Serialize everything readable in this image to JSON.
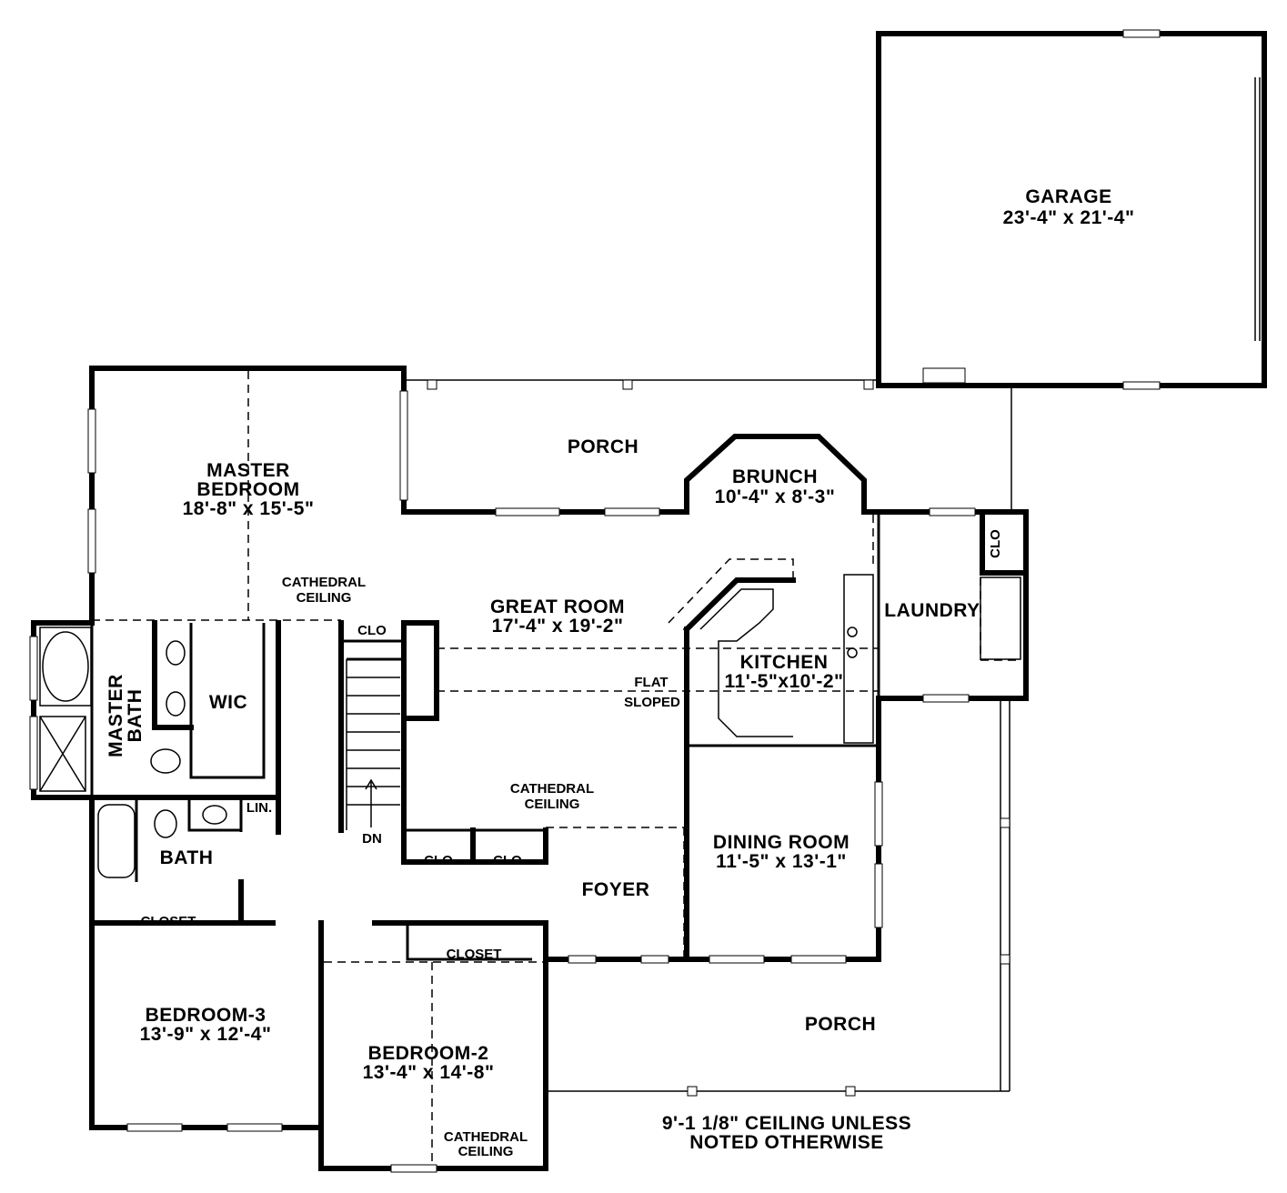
{
  "rooms": {
    "garage": {
      "name": "GARAGE",
      "dims": "23'-4\" x 21'-4\""
    },
    "master_bedroom": {
      "name1": "MASTER",
      "name2": "BEDROOM",
      "dims": "18'-8\" x 15'-5\""
    },
    "porch_rear": {
      "name": "PORCH"
    },
    "brunch": {
      "name": "BRUNCH",
      "dims": "10'-4\" x 8'-3\""
    },
    "great_room": {
      "name": "GREAT ROOM",
      "dims": "17'-4\" x 19'-2\""
    },
    "kitchen": {
      "name": "KITCHEN",
      "dims": "11'-5\"x10'-2\""
    },
    "laundry": {
      "name": "LAUNDRY"
    },
    "master_bath": {
      "name1": "MASTER",
      "name2": "BATH"
    },
    "wic": {
      "name": "WIC"
    },
    "bath": {
      "name": "BATH"
    },
    "dining_room": {
      "name": "DINING ROOM",
      "dims": "11'-5\" x 13'-1\""
    },
    "foyer": {
      "name": "FOYER"
    },
    "bedroom3": {
      "name": "BEDROOM-3",
      "dims": "13'-9\" x 12'-4\""
    },
    "bedroom2": {
      "name": "BEDROOM-2",
      "dims": "13'-4\" x 14'-8\""
    },
    "porch_front": {
      "name": "PORCH"
    }
  },
  "small_labels": {
    "cathedral": "CATHEDRAL",
    "ceiling": "CEILING",
    "clo": "CLO",
    "closet": "CLOSET",
    "lin": "LIN.",
    "dn": "DN",
    "flat": "FLAT",
    "sloped": "SLOPED"
  },
  "note": {
    "line1": "9'-1 1/8\" CEILING UNLESS",
    "line2": "NOTED OTHERWISE"
  }
}
